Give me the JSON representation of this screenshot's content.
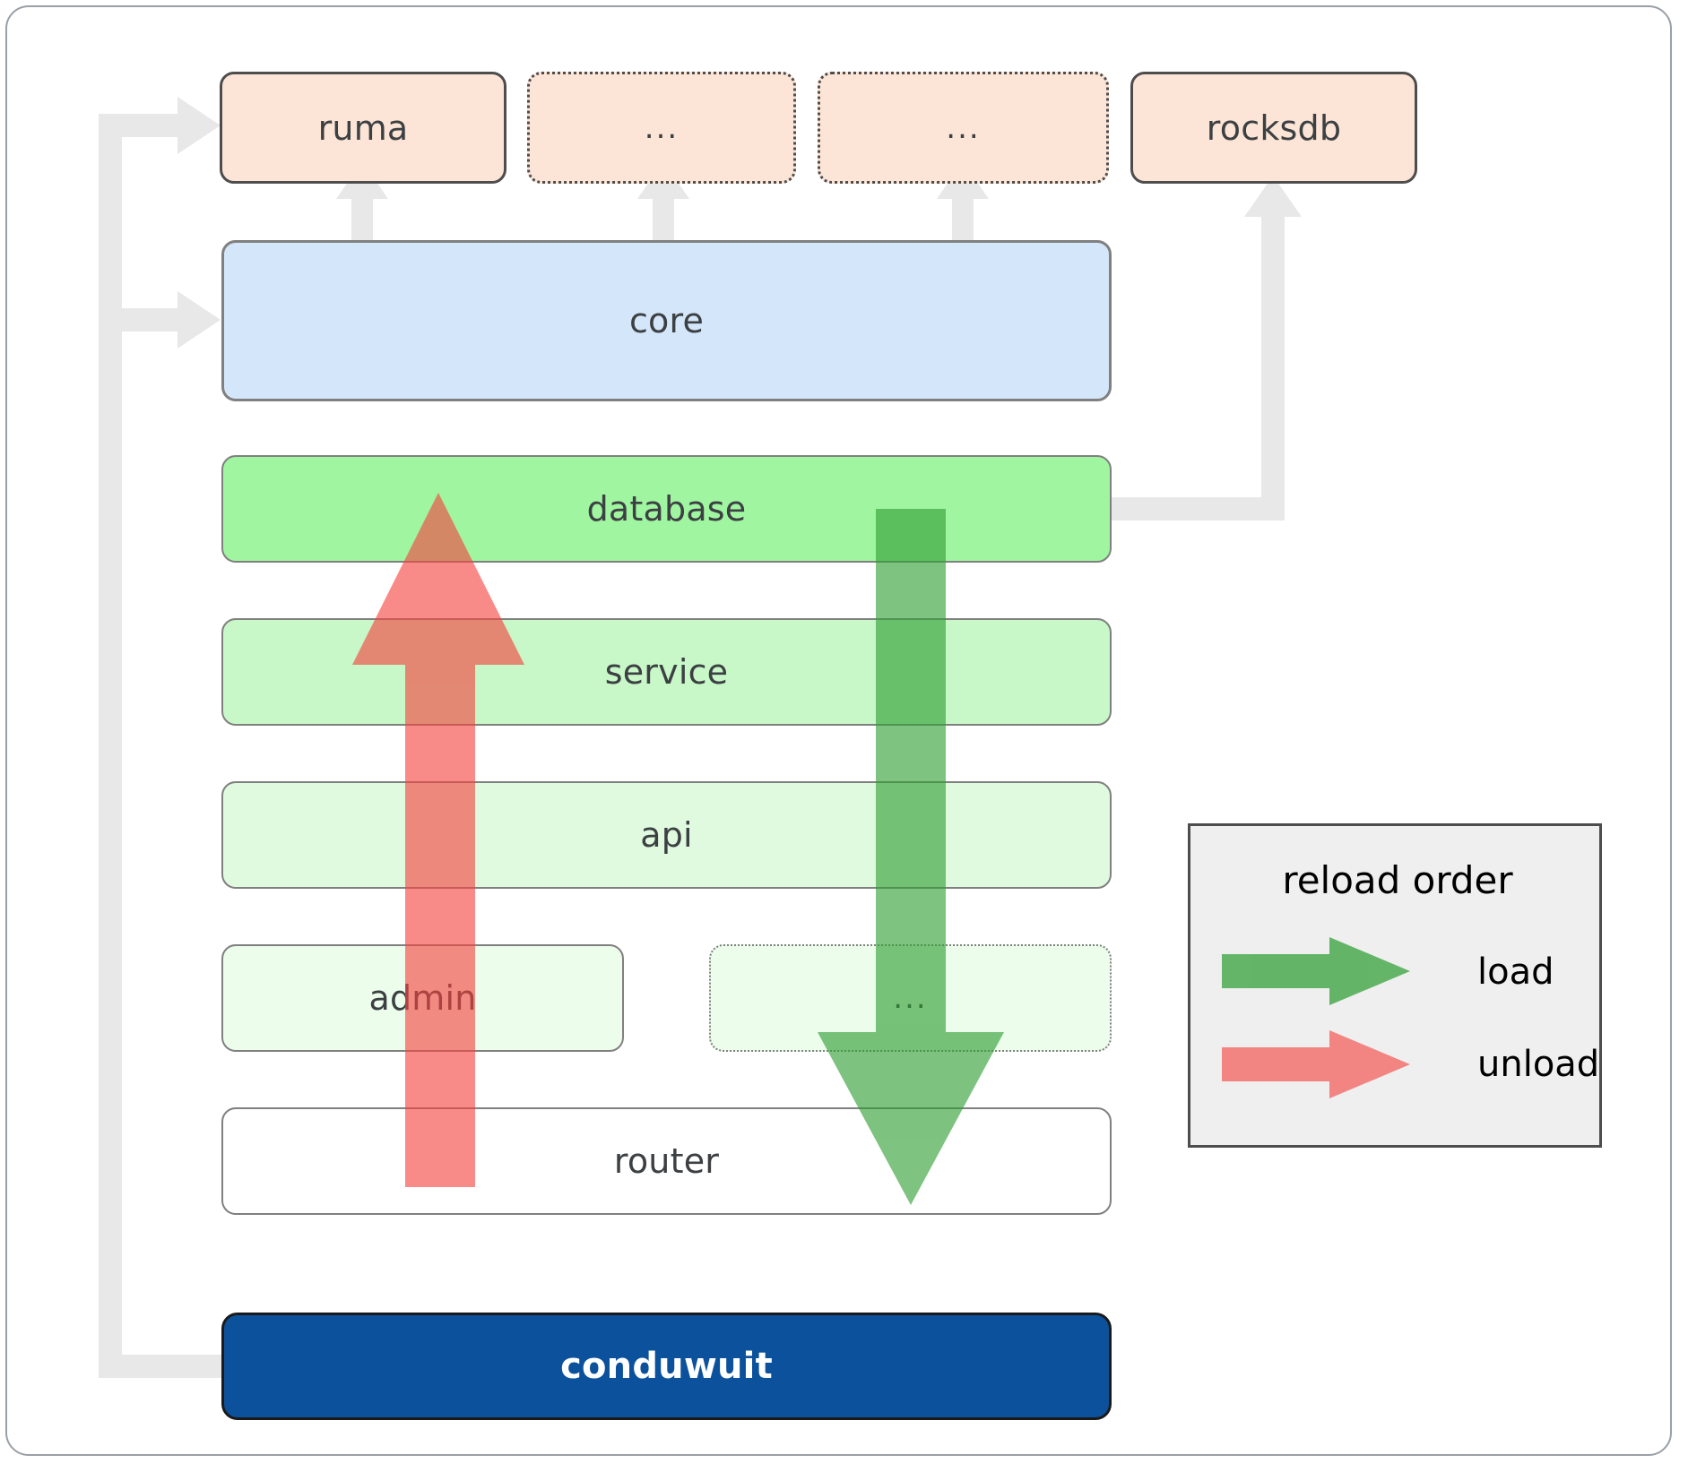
{
  "diagram": {
    "type": "architecture-layer-diagram",
    "title": "conduwuit crate layering and reload order",
    "colors": {
      "package_fill": "#fce5d6",
      "package_border": "#4d4d4d",
      "core_fill": "#d4e6fa",
      "database_fill": "#a0f5a0",
      "service_fill": "#c8f7c8",
      "api_fill": "#dffadf",
      "admin_fill": "#ecfdec",
      "router_fill": "#ffffff",
      "app_fill": "#0b519c",
      "connector_gray": "#e8e8e8",
      "load_green": "#4caf50",
      "unload_red": "#f77272",
      "legend_fill": "#efefef"
    }
  },
  "packages": [
    {
      "id": "ruma",
      "label": "ruma",
      "style": "solid"
    },
    {
      "id": "pkg-ellipsis-1",
      "label": "...",
      "style": "dotted"
    },
    {
      "id": "pkg-ellipsis-2",
      "label": "...",
      "style": "dotted"
    },
    {
      "id": "rocksdb",
      "label": "rocksdb",
      "style": "solid"
    }
  ],
  "layers": [
    {
      "id": "core",
      "label": "core",
      "fill": "#d4e6fa"
    },
    {
      "id": "database",
      "label": "database",
      "fill": "#a0f5a0"
    },
    {
      "id": "service",
      "label": "service",
      "fill": "#c8f7c8"
    },
    {
      "id": "api",
      "label": "api",
      "fill": "#dffadf"
    },
    {
      "id": "admin",
      "label": "admin",
      "fill": "#ecfdec"
    },
    {
      "id": "layer-ellipsis",
      "label": "...",
      "fill": "#ecfdec"
    },
    {
      "id": "router",
      "label": "router",
      "fill": "#ffffff"
    }
  ],
  "app": {
    "id": "conduwuit",
    "label": "conduwuit"
  },
  "legend": {
    "title": "reload order",
    "entries": [
      {
        "id": "load",
        "label": "load",
        "color": "#4caf50",
        "direction": "down"
      },
      {
        "id": "unload",
        "label": "unload",
        "color": "#f77272",
        "direction": "up"
      }
    ]
  }
}
